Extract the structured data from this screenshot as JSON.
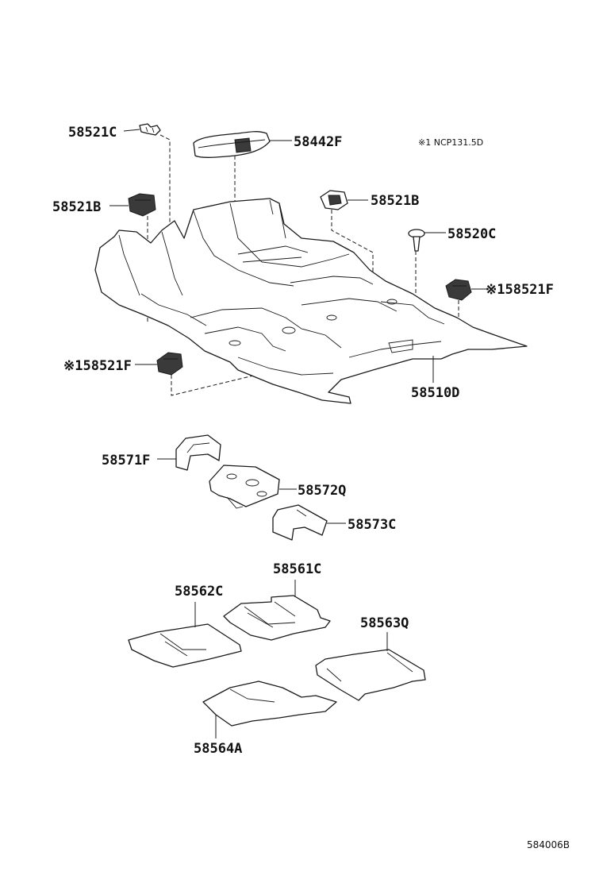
{
  "note": "※1 NCP131.5D",
  "diagram_id": "584006B",
  "labels": {
    "p58521C": "58521C",
    "p58442F": "58442F",
    "p58521B_left": "58521B",
    "p58521B_right": "58521B",
    "p58520C": "58520C",
    "p58521F_right": "※158521F",
    "p58521F_left": "※158521F",
    "p58510D": "58510D",
    "p58571F": "58571F",
    "p58572Q": "58572Q",
    "p58573C": "58573C",
    "p58561C": "58561C",
    "p58562C": "58562C",
    "p58563Q": "58563Q",
    "p58564A": "58564A"
  }
}
